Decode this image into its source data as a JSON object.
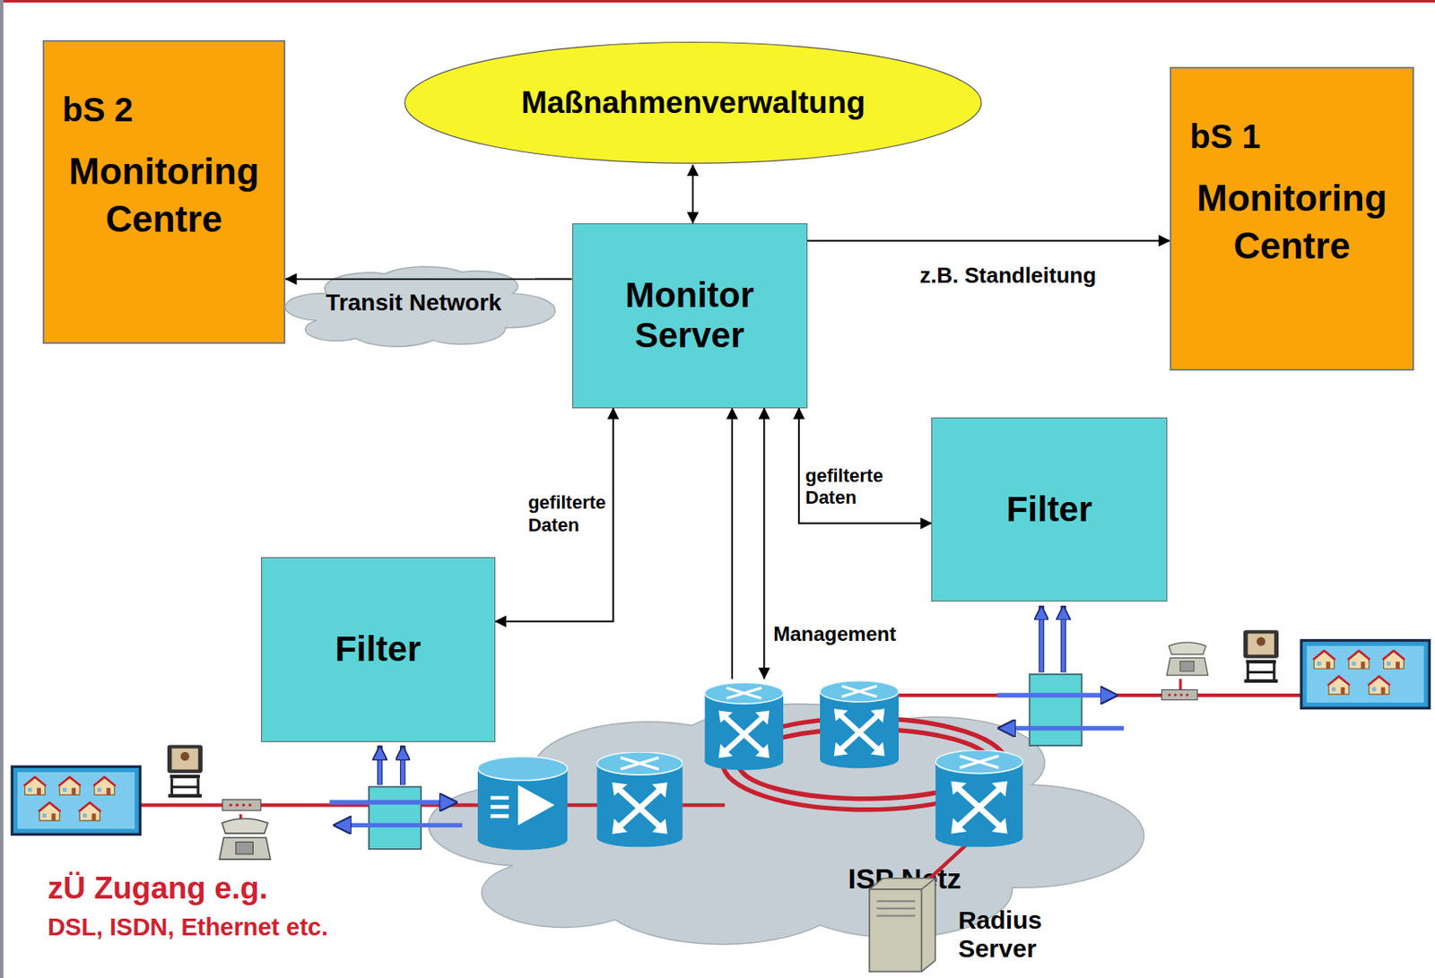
{
  "diagram": {
    "nodes": [
      {
        "text": [
          "Maßnahmenverwaltung"
        ]
      },
      {
        "text": [
          "bS 2",
          "Monitoring Centre"
        ]
      },
      {
        "text": [
          "Monitor Server"
        ]
      },
      {
        "text": [
          "bS 1",
          "Monitoring Centre"
        ]
      },
      {
        "text": [
          "Transit Network"
        ]
      },
      {
        "text": [
          "Filter"
        ]
      },
      {
        "text": [
          "Filter"
        ]
      },
      {
        "text": [
          "ISP Netz"
        ]
      }
    ],
    "edges": [
      {
        "from": 0,
        "to": 2,
        "arrow": "both"
      },
      {
        "from": 2,
        "to": 4,
        "arrow": "none"
      },
      {
        "from": 4,
        "to": 1,
        "arrow": "to"
      },
      {
        "from": 2,
        "to": 3,
        "label": "z.B. Standleitung",
        "arrow": "to"
      },
      {
        "from": 5,
        "to": 2,
        "label": "gefilterte Daten",
        "arrow": "both"
      },
      {
        "from": 6,
        "to": 2,
        "label": "gefilterte Daten",
        "arrow": "both"
      },
      {
        "from": 7,
        "to": 2,
        "arrow": "to"
      },
      {
        "from": 7,
        "to": 2,
        "label": "Management",
        "arrow": "both"
      }
    ],
    "labels": [
      "zÜ Zugang e.g.",
      "DSL, ISDN, Ethernet etc.",
      "Radius Server"
    ]
  }
}
